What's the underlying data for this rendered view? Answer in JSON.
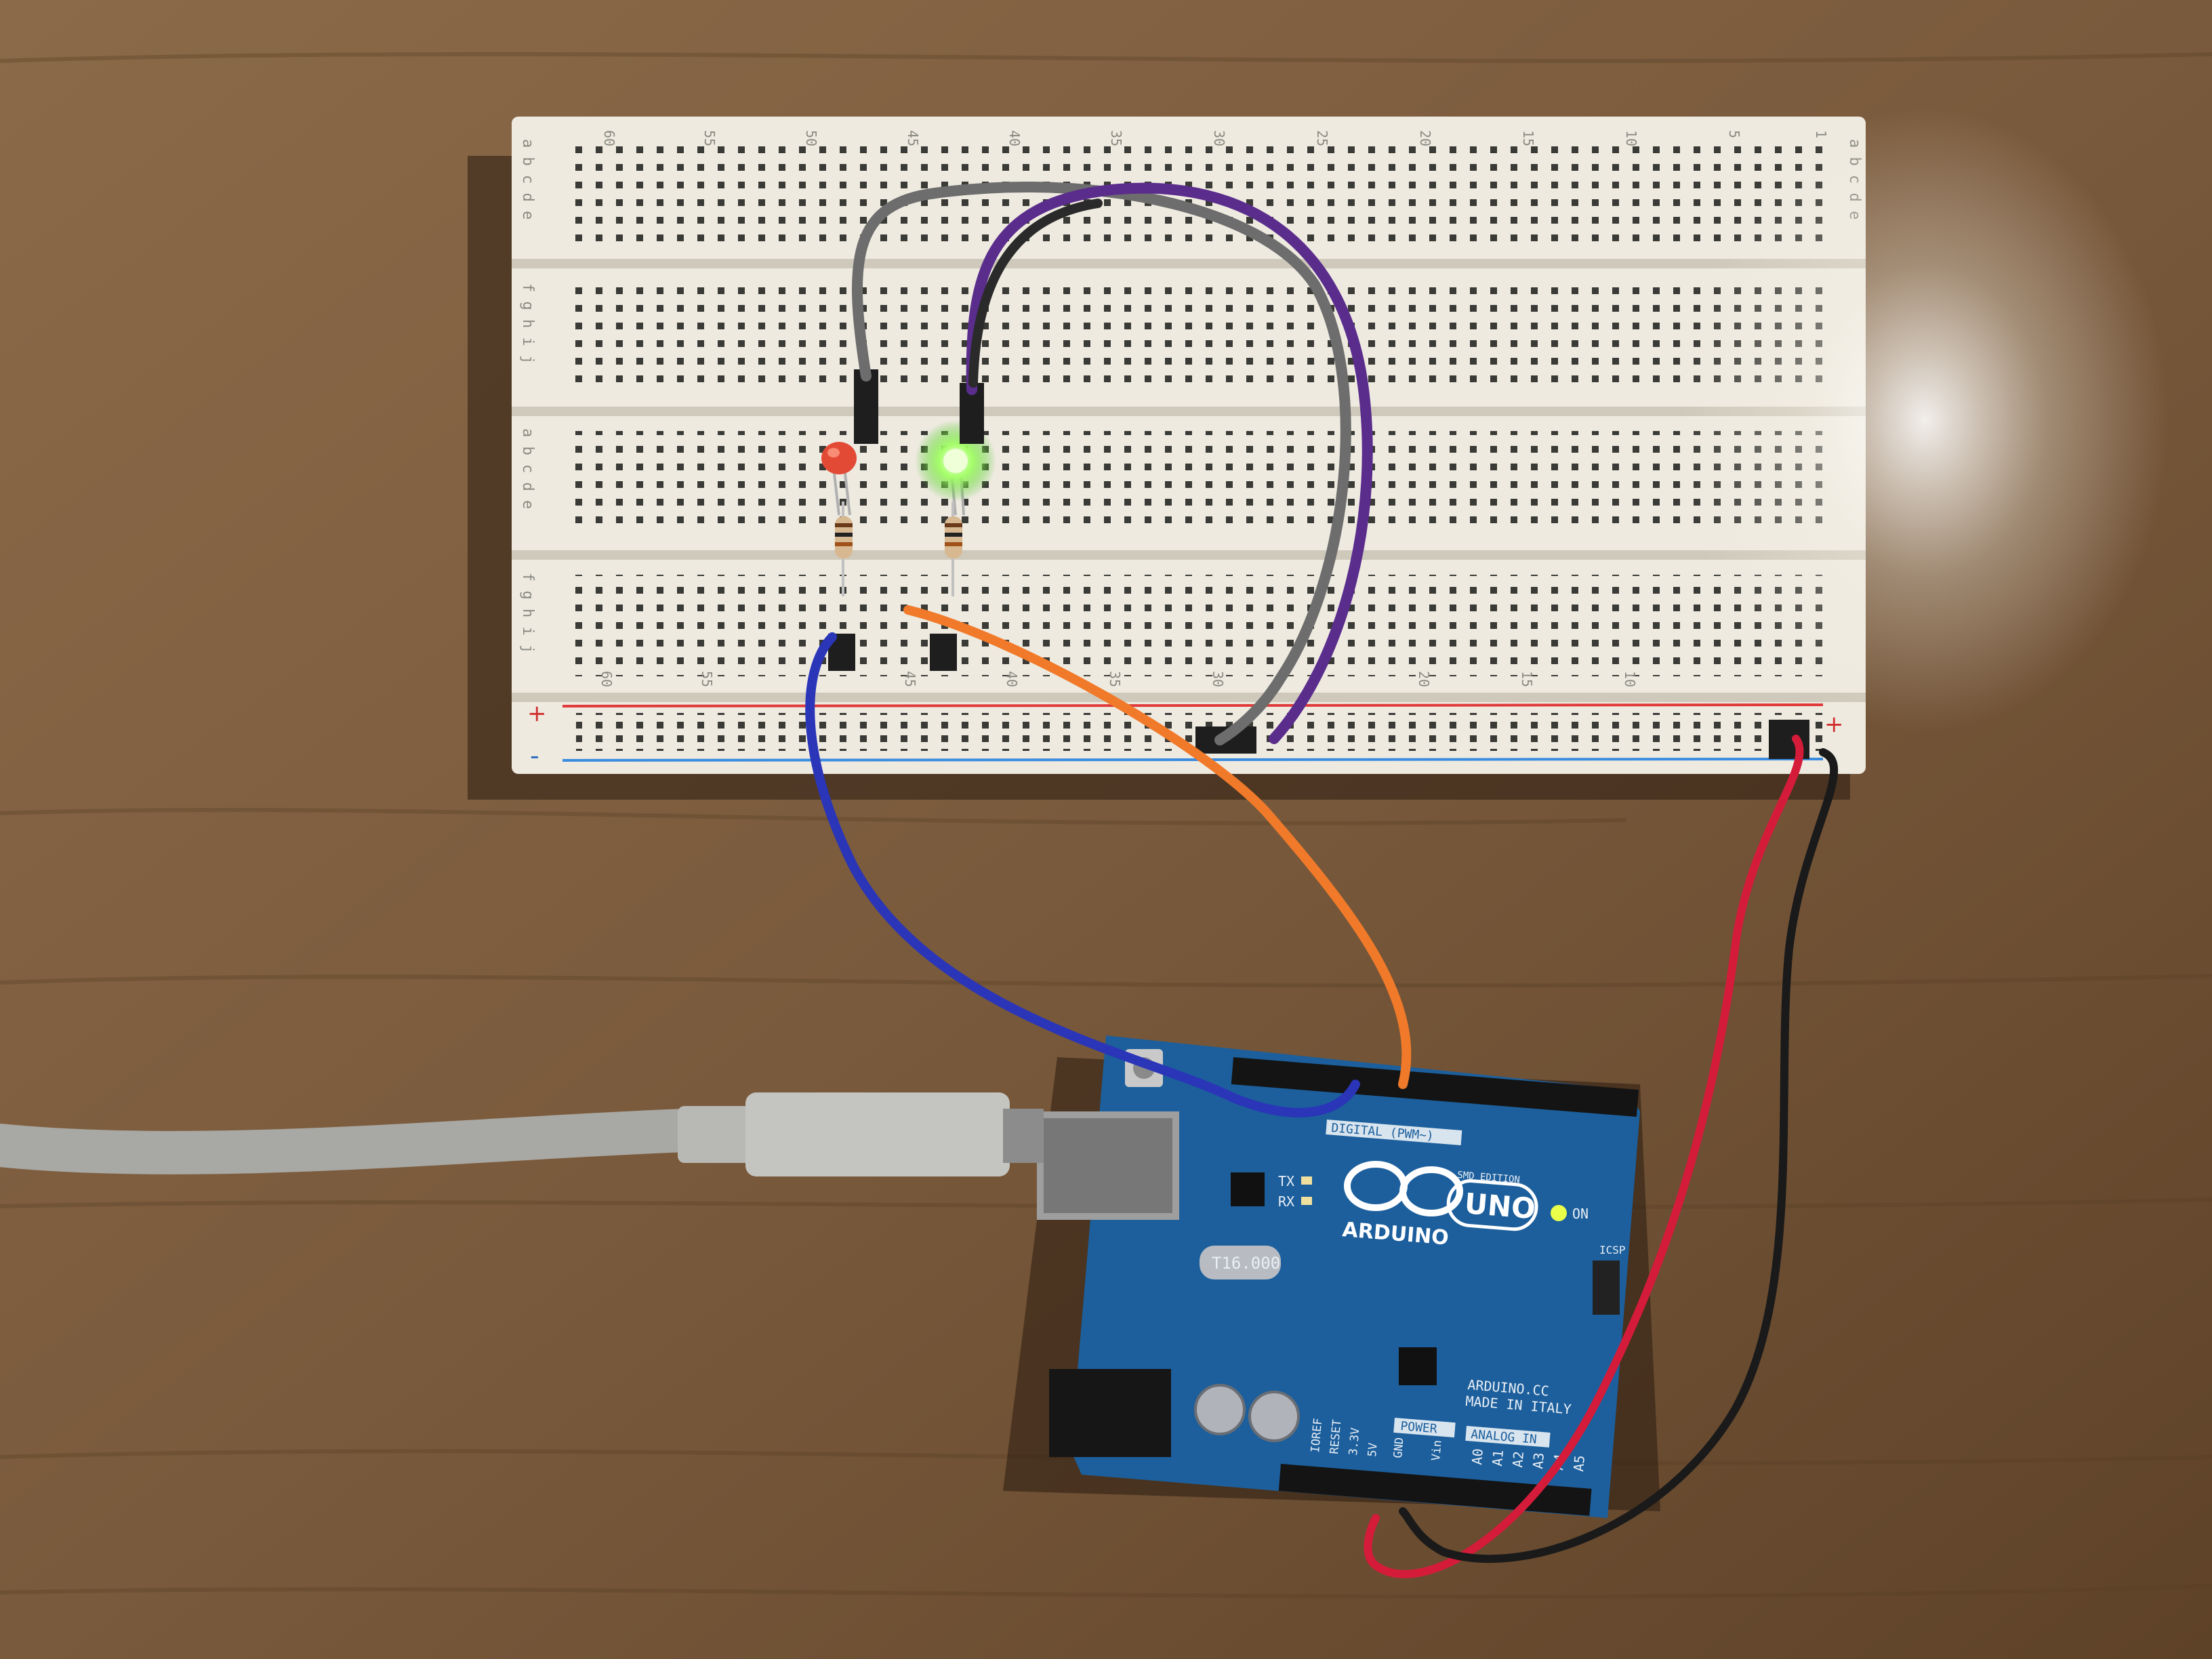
{
  "breadboard": {
    "column_numbers": [
      "60",
      "55",
      "50",
      "45",
      "40",
      "35",
      "30",
      "25",
      "20",
      "15",
      "10",
      "5",
      "1"
    ],
    "row_letters_top": "a b c d e",
    "row_letters_bottom": "f g h i j",
    "rail_plus": "+",
    "rail_minus": "-"
  },
  "arduino": {
    "brand": "ARDUINO",
    "model": "UNO",
    "edition": "SMD EDITION",
    "site": "ARDUINO.CC",
    "made_in": "MADE IN ITALY",
    "header_digital": "DIGITAL (PWM~)",
    "header_power": "POWER",
    "header_analog": "ANALOG IN",
    "crystal": "T16.000",
    "led_tx": "TX",
    "led_rx": "RX",
    "led_on": "ON",
    "icsp": "ICSP",
    "reset_label": "RESET",
    "ioref": "IOREF",
    "pin_33v": "3.3V",
    "pin_5v": "5V",
    "pin_gnd": "GND",
    "pin_vin": "Vin",
    "analog_pins": [
      "A0",
      "A1",
      "A2",
      "A3",
      "A4",
      "A5"
    ]
  },
  "colors": {
    "table": "#7a5a3c",
    "breadboard": "#eeeae0",
    "arduino_pcb": "#1c5f9c",
    "wire_gray": "#6d6d6d",
    "wire_purple": "#5a2d8c",
    "wire_blue": "#2a35b8",
    "wire_orange": "#f07a2a",
    "wire_red": "#d41c3a",
    "wire_black": "#1a1a1a",
    "led_red": "#e24a36",
    "led_green": "#7dff3a",
    "usb_cable": "#b4b4b0"
  }
}
